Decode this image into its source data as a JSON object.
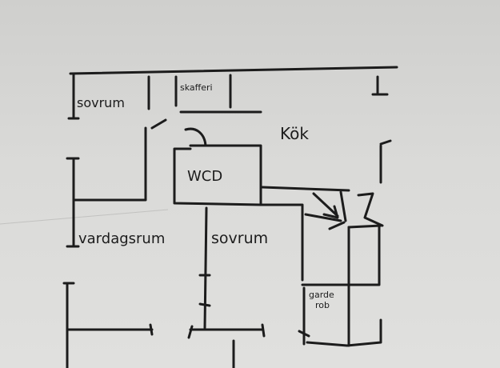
{
  "diagram": {
    "rooms": [
      {
        "id": "sovrum-1",
        "label": "sovrum"
      },
      {
        "id": "skafferi",
        "label": "skafferi"
      },
      {
        "id": "kok",
        "label": "Kök"
      },
      {
        "id": "wcd",
        "label": "WCD"
      },
      {
        "id": "vardagsrum",
        "label": "vardagsrum"
      },
      {
        "id": "sovrum-2",
        "label": "sovrum"
      },
      {
        "id": "garderob",
        "label": "garde\nrob"
      }
    ]
  },
  "colors": {
    "paper": "#dadad8",
    "ink": "#1c1c1c"
  }
}
